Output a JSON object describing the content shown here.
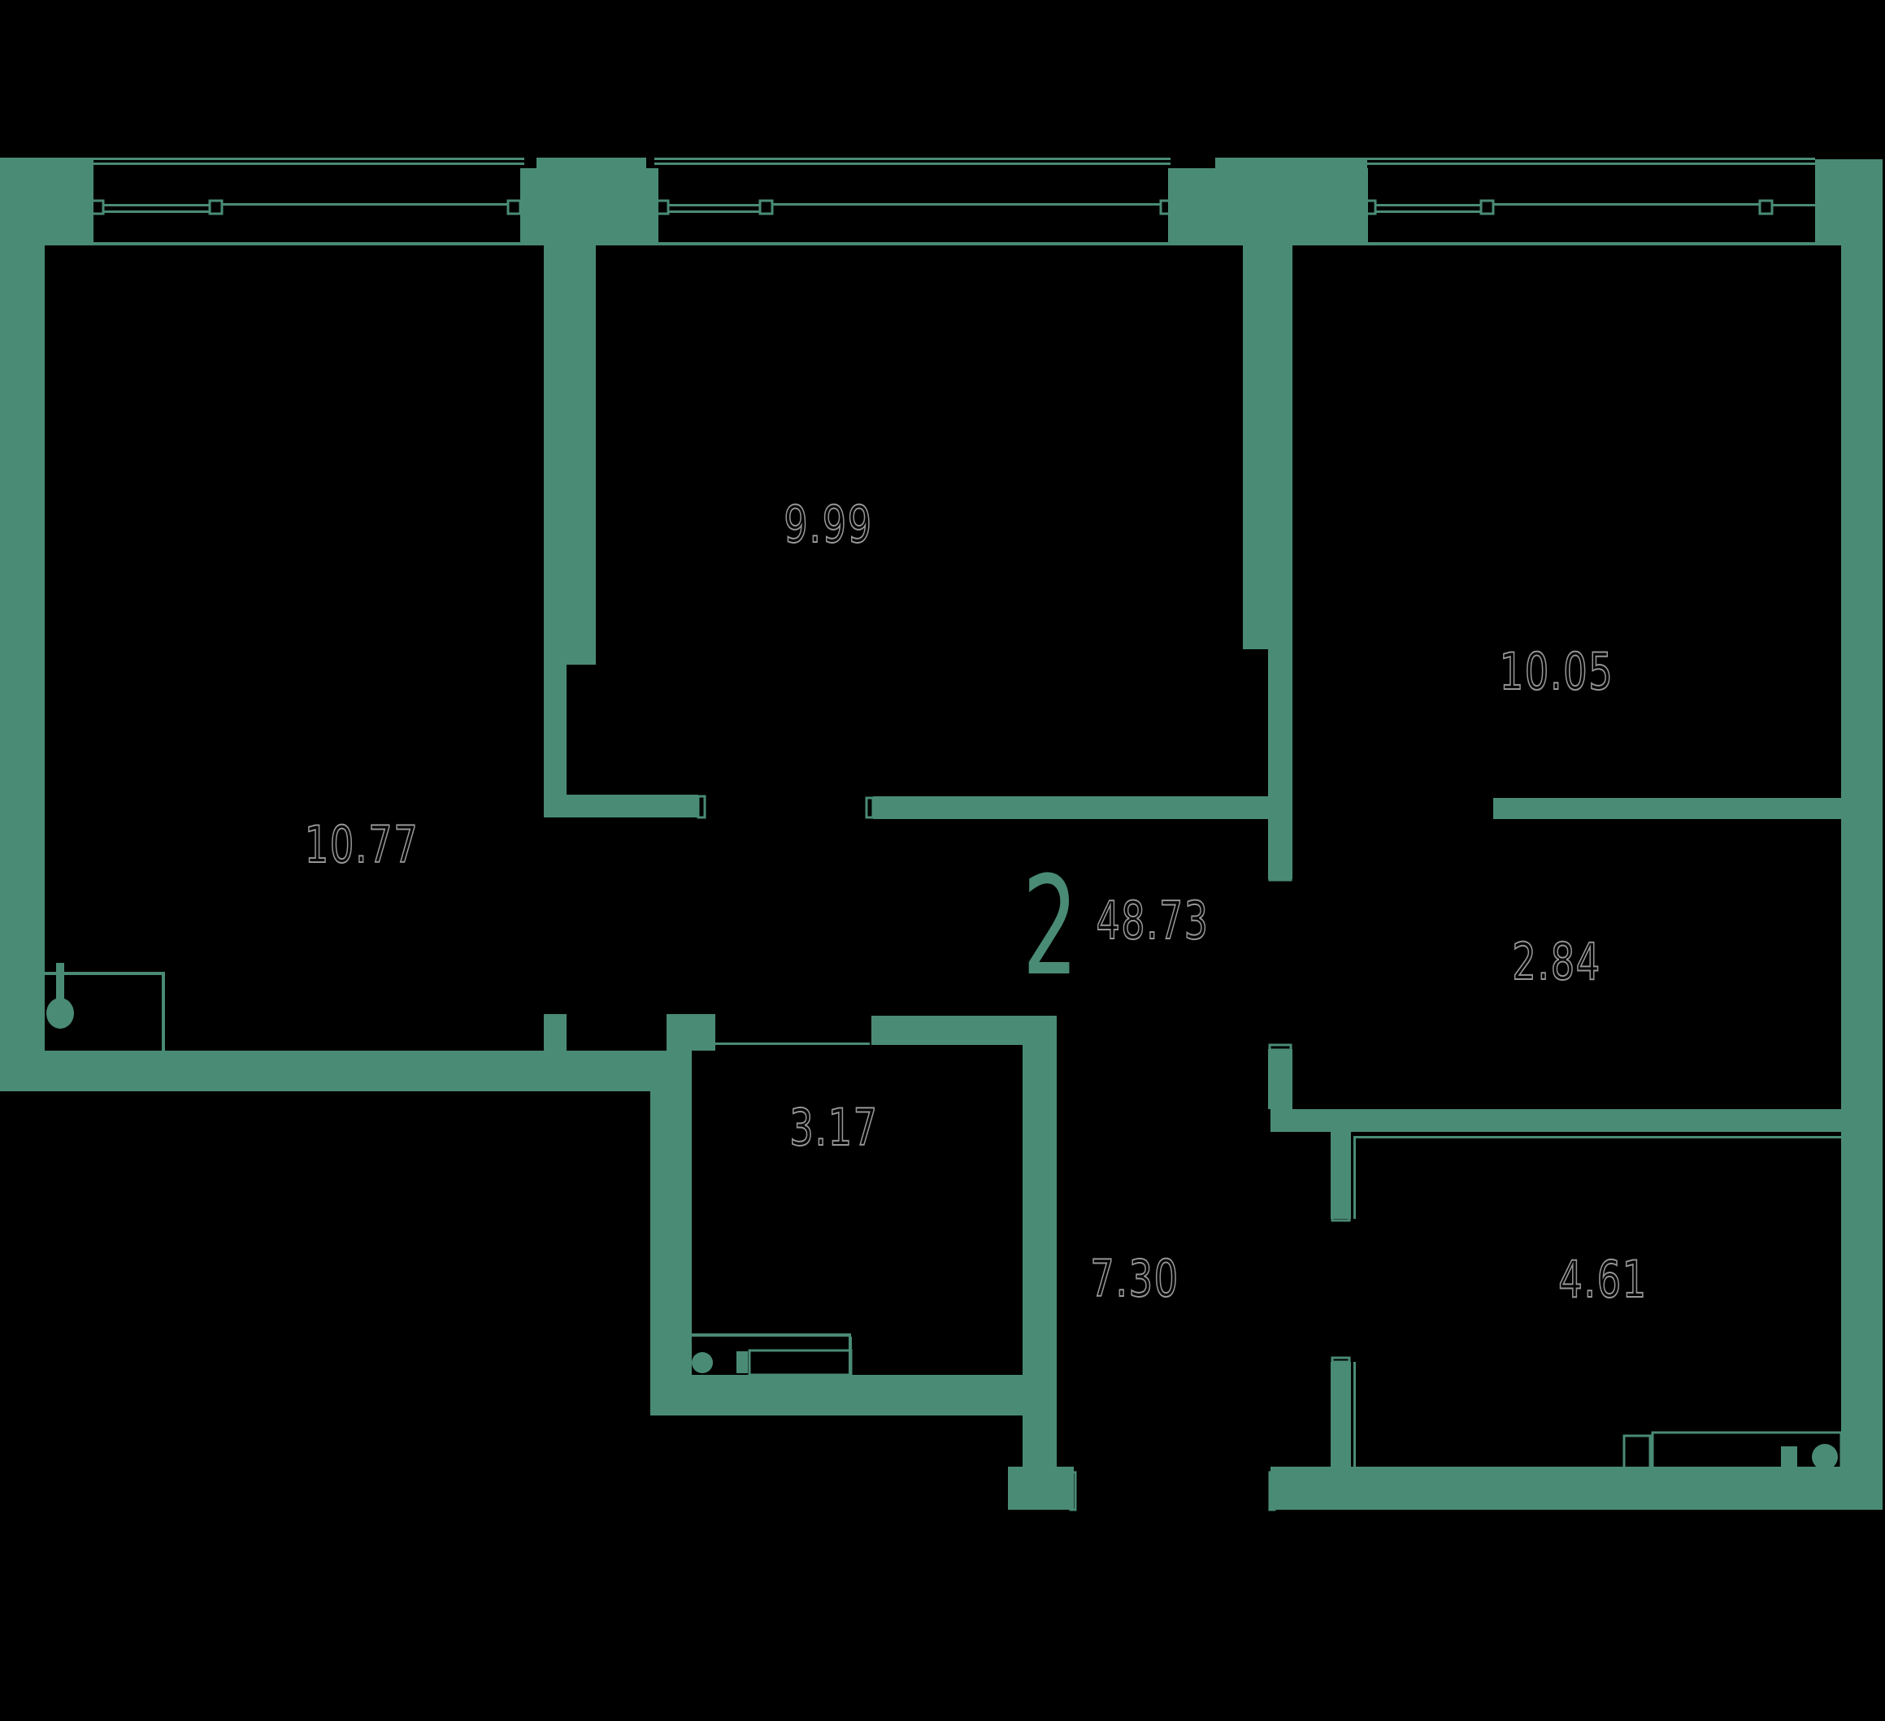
{
  "plan": {
    "unit_label": {
      "rooms_count": "2",
      "total_area": "48.73"
    },
    "rooms": [
      {
        "id": "living-room",
        "area": "10.77"
      },
      {
        "id": "bedroom",
        "area": "9.99"
      },
      {
        "id": "bedroom-2",
        "area": "10.05"
      },
      {
        "id": "hall-nook",
        "area": "2.84"
      },
      {
        "id": "bathroom",
        "area": "3.17"
      },
      {
        "id": "corridor",
        "area": "7.30"
      },
      {
        "id": "bathroom-2",
        "area": "4.61"
      }
    ],
    "colors": {
      "wall": "#4A8B76",
      "background": "#000000",
      "label_outline": "#969696"
    },
    "icons": [
      "kitchen-sink-icon",
      "washing-machine-icon",
      "wash-basin-icon"
    ]
  }
}
